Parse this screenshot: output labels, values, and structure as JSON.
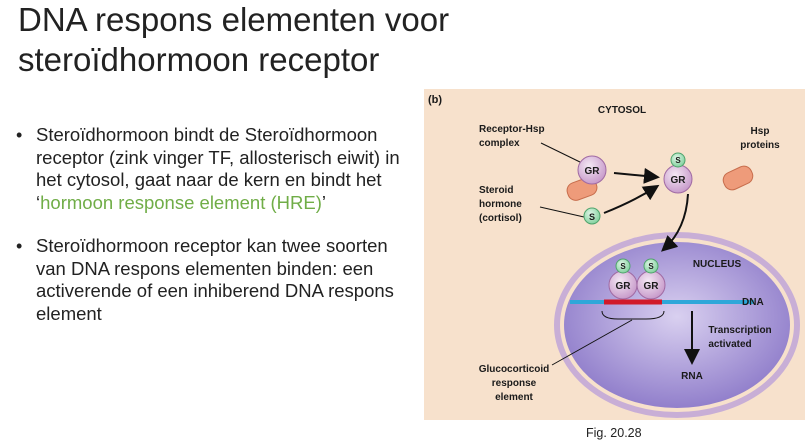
{
  "slide": {
    "title_line1": "DNA respons elementen voor",
    "title_line2": "steroïdhormoon receptor",
    "bullet1_part1": "Steroïdhormoon bindt de Steroïdhormoon receptor (zink vinger TF, allosterisch eiwit) in het cytosol, gaat naar de kern en bindt het ‘",
    "bullet1_highlight": "hormoon response element (HRE)",
    "bullet1_part2": "’",
    "bullet2": "Steroïdhormoon receptor kan twee soorten van DNA respons elementen binden: een activerende of een inhiberend DNA respons element",
    "highlight_color": "#70ad47"
  },
  "figure": {
    "panel_label": "(b)",
    "cytosol": "CYTOSOL",
    "receptor_hsp_line1": "Receptor-Hsp",
    "receptor_hsp_line2": "complex",
    "hsp_line1": "Hsp",
    "hsp_line2": "proteins",
    "steroid_line1": "Steroid",
    "steroid_line2": "hormone",
    "steroid_line3": "(cortisol)",
    "nucleus": "NUCLEUS",
    "dna": "DNA",
    "transcription_line1": "Transcription",
    "transcription_line2": "activated",
    "rna": "RNA",
    "gre_line1": "Glucocorticoid",
    "gre_line2": "response",
    "gre_line3": "element",
    "gr": "GR",
    "s": "S",
    "caption": "Fig. 20.28"
  }
}
